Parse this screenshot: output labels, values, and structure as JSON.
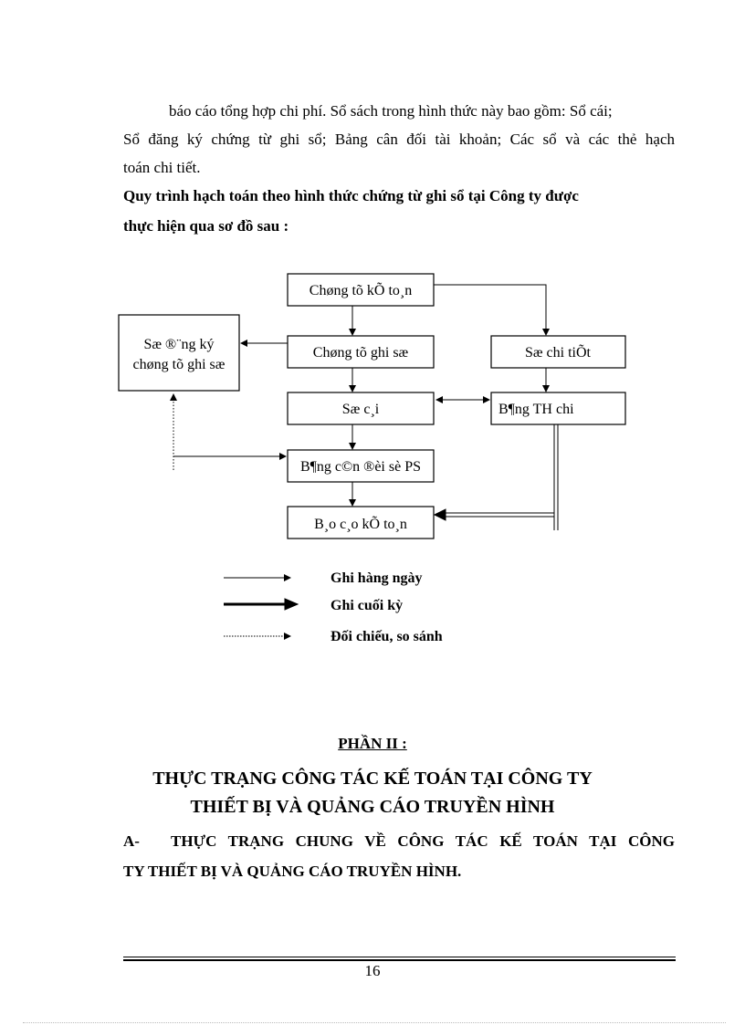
{
  "paragraph": {
    "line1": "báo cáo tổng hợp chi phí. Sổ sách trong hình thức này bao gồm: Sổ cái;",
    "line2": "Sổ đăng ký chứng từ ghi sổ; Bảng cân đối tài khoản; Các sổ và các thẻ hạch",
    "line3": "toán chi tiết."
  },
  "intro": {
    "line1": "Quy trình hạch toán theo hình thức chứng từ ghi sổ tại Công ty được",
    "line2": "thực hiện qua sơ đồ sau :"
  },
  "diagram": {
    "nodes": {
      "chung_tu_ke_toan": "Chøng tõ kÕ to¸n",
      "so_dang_ky_1": "Sæ ®¨ng ký",
      "so_dang_ky_2": "chøng tõ ghi sæ",
      "chung_tu_ghi_so": "Chøng tõ ghi sæ",
      "so_chi_tiet": "Sæ chi tiÕt",
      "so_cai": "Sæ c¸i",
      "bang_th_chi_tiet": "B¶ng TH chi",
      "bang_can_doi": "B¶ng c©n ®èi sè PS",
      "bao_cao": "B¸o c¸o kÕ to¸n"
    },
    "legend": {
      "daily": "Ghi hàng ngày",
      "period_end": "Ghi cuối kỳ",
      "compare": "Đối chiếu, so sánh"
    }
  },
  "section": {
    "part": "PHẦN II :",
    "title1": "THỰC TRẠNG CÔNG TÁC KẾ TOÁN TẠI CÔNG TY",
    "title2": "THIẾT  BỊ VÀ QUẢNG CÁO TRUYỀN HÌNH",
    "sub_label": "A-",
    "sub1": "THỰC TRẠNG CHUNG VỀ CÔNG TÁC KẾ TOÁN TẠI CÔNG",
    "sub2": "TY THIẾT BỊ VÀ QUẢNG CÁO TRUYỀN HÌNH."
  },
  "footer": {
    "page_number": "16"
  }
}
